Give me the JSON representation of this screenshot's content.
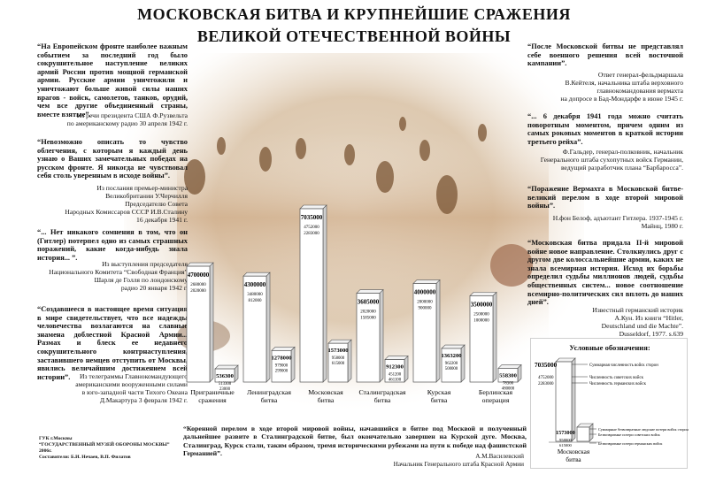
{
  "title": {
    "line1": "МОСКОВСКАЯ БИТВА  И КРУПНЕЙШИЕ СРАЖЕНИЯ",
    "line2": "ВЕЛИКОЙ ОТЕЧЕСТВЕННОЙ ВОЙНЫ"
  },
  "left_quotes": [
    {
      "text": "“На Европейском фронте наиболее важным событием за последний год было сокрушительное наступление великих армий России против мощной германской армии. Русские армии уничтожили и уничтожают больше живой силы наших врагов - войск, самолетов, танков, орудий, чем все другие объединенный страны, вместе взятые”.",
      "attribution": [
        "Из речи президента США Ф.Рузвельта",
        "по американскому радио 30 апреля 1942 г."
      ]
    },
    {
      "text": "“Невозможно описать то чувство облегчения, с которым я каждый день узнаю о Ваших замечательных победах на русском фронте. Я никогда не чувствовал себя столь уверенным в исходе войны”.",
      "attribution": [
        "Из послания премьер-министра",
        "Великобритании У.Черчилля",
        "Председателю Совета",
        "Народных Комиссаров СССР И.В.Сталину",
        "16 декабря 1941 г."
      ]
    },
    {
      "text": "“... Нет никакого сомнения в том, что он (Гитлер) потерпел одно из самых страшных поражений, какие когда-нибудь знала история... ”.",
      "attribution": [
        "Из выступления председателя",
        "Национального Комитета “Свободная Франция”",
        "Шарля де Голля по лондонскому",
        "радио 20 января 1942 г."
      ]
    },
    {
      "text": "“Создавшееся в настоящее время ситуация в мире свидетельствует, что все надежды человечества возлагаются на славные знамена доблестной Красной Армии... Размах и блеск ее недавнего сокрушительного контрнаступления, заставившего немцев отступить от Москвы, явились величайшим достижением всей истории”.",
      "attribution": [
        "Из телеграммы Главнокомандующего",
        "американскими вооруженными силами",
        "в юго-западной части Тихого Океана",
        "Д.Макартура 3 февраля 1942 г."
      ]
    }
  ],
  "right_quotes": [
    {
      "text": "“После Московской битвы не представлял себе военного решения всей восточной кампании”.",
      "attribution": [
        "Ответ генерал-фельдмаршала",
        "В.Кейтеля, начальника штаба верховного",
        "главнокомандования вермахта",
        "на допросе в Бад-Мондарфе в июне 1945 г."
      ]
    },
    {
      "text": "“... 6 декабря 1941 года можно считать поворотным моментом, причем одним из самых роковых моментов в краткой истории третьего рейха”.",
      "attribution": [
        "Ф.Гальдер, генерал-полковник, начальник",
        "Генерального штаба сухопутных войск Германии,",
        "ведущий разработчик плана “Барбаросса”."
      ]
    },
    {
      "text": "“Поражение Вермахта в Московской битве- великий перелом в ходе второй мировой войны”.",
      "attribution": [
        "Н.фон Белоф, адъютант Гитлера. 1937-1945 г.",
        "Майнц, 1980 г."
      ]
    },
    {
      "text": "“Московская битва придала II-й мировой войне новое направление. Столкнулись друг с другом две колоссальнейшие армии, каких не знала всемирная история. Исход их борьбы определил судьбы миллионов людей, судьбы общественных систем... новое соотношение всемирно-политических сил вплоть до наших дней”.",
      "attribution": [
        "Известный германский историк",
        "А.Кун. Из книги “Hitler,",
        "Deutschland und die Machte”.",
        "Dusseldorf, 1977. s.639"
      ]
    }
  ],
  "chart_data": {
    "type": "bar",
    "categories": [
      "Приграничные сражения",
      "Ленинградская битва",
      "Московская битва",
      "Сталинградская битва",
      "Курская битва",
      "Берлинская операция"
    ],
    "category_lines": [
      [
        "Приграничные",
        "сражения"
      ],
      [
        "Ленинградская",
        "битва"
      ],
      [
        "Московская",
        "битва"
      ],
      [
        "Сталинградская",
        "битва"
      ],
      [
        "Курская",
        "битва"
      ],
      [
        "Берлинская",
        "операция"
      ]
    ],
    "series": [
      {
        "values": [
          4700000,
          4300000,
          7035000,
          3605000,
          4000000,
          3500000
        ],
        "sub_labels": [
          [
            "2680000",
            "2020000"
          ],
          [
            "3480000",
            "812000"
          ],
          [
            "4752000",
            "2283000"
          ],
          [
            "2020000",
            "1585000"
          ],
          [
            "2000000",
            "900000"
          ],
          [
            "2500000",
            "1000000"
          ]
        ]
      },
      {
        "values": [
          536300,
          1278000,
          1573000,
          912300,
          1363200,
          558300
        ],
        "sub_labels": [
          [
            "513300",
            "23000"
          ],
          [
            "979000",
            "299000"
          ],
          [
            "958000",
            "615000"
          ],
          [
            "451200",
            "461100"
          ],
          [
            "962200",
            "500000"
          ],
          [
            "78300",
            "480000"
          ]
        ]
      }
    ],
    "ylim": [
      0,
      7035000
    ],
    "grid": false,
    "legend": "bottom-right"
  },
  "legend": {
    "title": "Условные обозначения:",
    "big_value": "7035000",
    "big_sub": [
      "4752000",
      "2283000"
    ],
    "labels": [
      "Суммарная численность войск сторон",
      "Численность советских войск",
      "Численность германских войск"
    ],
    "small_value": "1573000",
    "small_sub": [
      "958000",
      "615000"
    ],
    "small_labels": [
      "Суммарные безвозвратные людские потери войск сторон",
      "Безвозвратные потери советских войск",
      "Безвозвратные потери германских войск"
    ],
    "category": [
      "Московская",
      "битва"
    ]
  },
  "bottom_quote": {
    "text": "“Коренной перелом в ходе второй мировой войны, начавшийся в битве под Москвой и полученный дальнейшее развите в Сталинградской битве, был окончательно завершен на Курской дуге. Москва, Сталинград, Курск стали, таким образом, тремя историческими рубежами на пути к победе над фашистской Германией”.",
    "attribution": [
      "А.М.Василевский",
      "Начальник Генерального штаба Красной Армии"
    ]
  },
  "footer": [
    "ГУК г.Москвы",
    "“ГОСУДАРСТВЕННЫЙ МУЗЕЙ ОБОРОНЫ МОСКВЫ” 2006г.",
    "Составители: Б.И. Нечаев, В.П. Филатов"
  ],
  "colors": {
    "bar_fill": "#ffffff",
    "bar_stroke": "#555555",
    "photo_sepia": "#b98a5e"
  }
}
